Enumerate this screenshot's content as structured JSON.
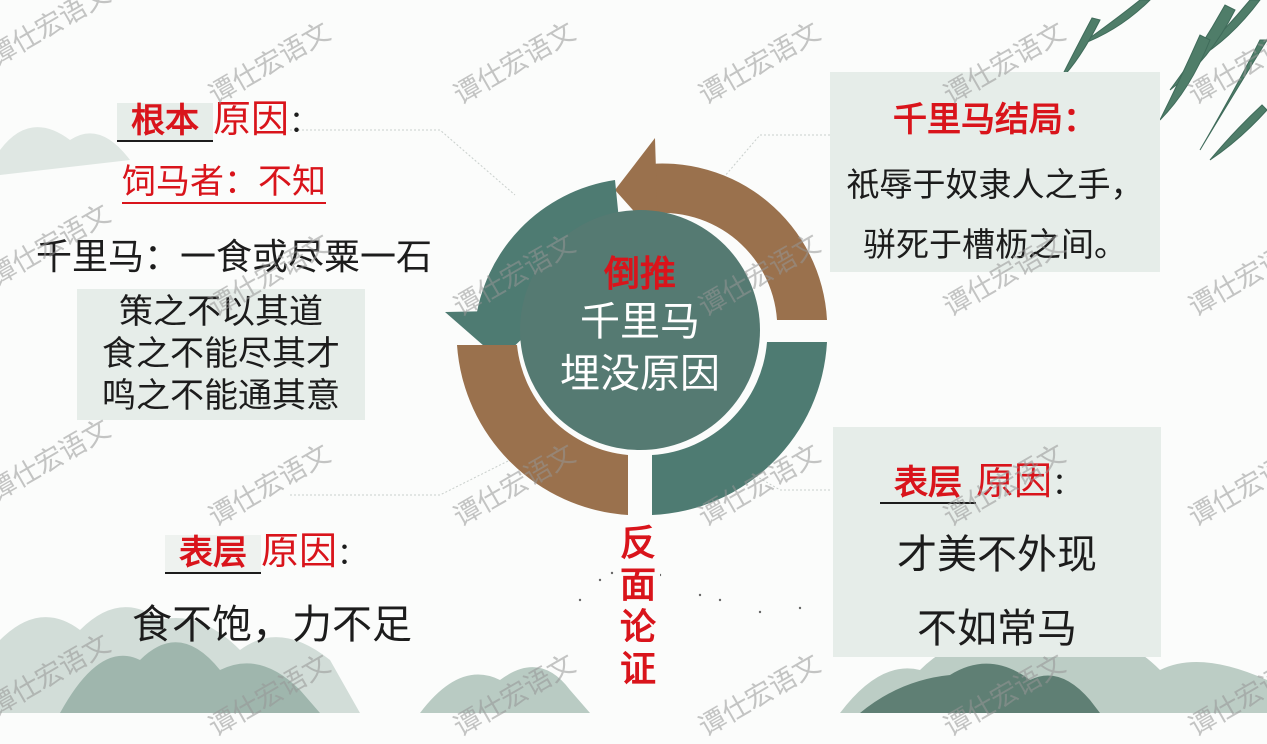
{
  "top_left": {
    "blank_word": "根本",
    "heading_rest": "原因",
    "colon": "：",
    "subheading": "饲马者：不知",
    "line1": "千里马：一食或尽粟一石",
    "box_lines": [
      "策之不以其道",
      "食之不能尽其才",
      "鸣之不能通其意"
    ]
  },
  "top_right": {
    "heading": "千里马结局：",
    "lines": [
      "祇辱于奴隶人之手，",
      "骈死于槽枥之间。"
    ]
  },
  "bottom_left": {
    "blank_word": "表层",
    "heading_rest": "原因",
    "colon": "：",
    "line": "食不饱，力不足"
  },
  "bottom_right": {
    "blank_word": "表层",
    "heading_rest": "原因",
    "colon": "：",
    "lines": [
      "才美不外现",
      "不如常马"
    ]
  },
  "center": {
    "title": "倒推",
    "lines": [
      "千里马",
      "埋没原因"
    ]
  },
  "vertical_label": [
    "反",
    "面",
    "论",
    "证"
  ],
  "watermark": "谭仕宏语文",
  "colors": {
    "teal": "#4e7b72",
    "brown": "#9a714d",
    "red": "#d9141b",
    "panel": "#e6ede9"
  }
}
